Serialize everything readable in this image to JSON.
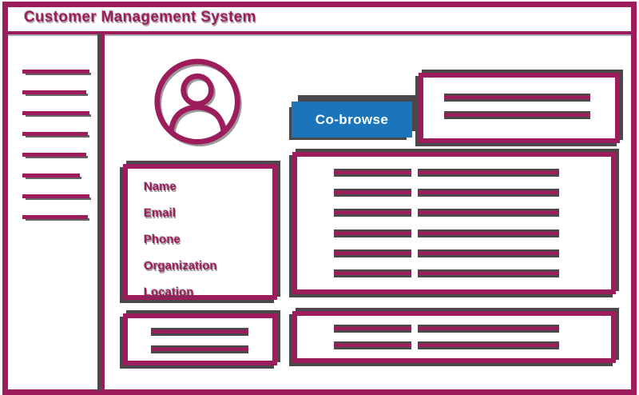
{
  "colors": {
    "accent_maroon": "#9d1d5c",
    "sketch_gray": "#4a4848",
    "button_blue": "#1b75ba",
    "background": "#ffffff"
  },
  "window": {
    "title": "Customer Management System"
  },
  "sidebar": {
    "nav_line_widths": [
      84,
      80,
      84,
      82,
      80,
      72,
      84,
      82
    ]
  },
  "profile": {
    "avatar_icon": "person-avatar-icon",
    "cobrowse_button_label": "Co-browse"
  },
  "top_right_box": {
    "placeholder_line_count": 2
  },
  "contact_box": {
    "field_labels": [
      "Name",
      "Email",
      "Phone",
      "Organization",
      "Location"
    ]
  },
  "main_box": {
    "row_count": 6
  },
  "bottom_left_box": {
    "placeholder_line_count": 2
  },
  "bottom_right_box": {
    "row_count": 2
  }
}
